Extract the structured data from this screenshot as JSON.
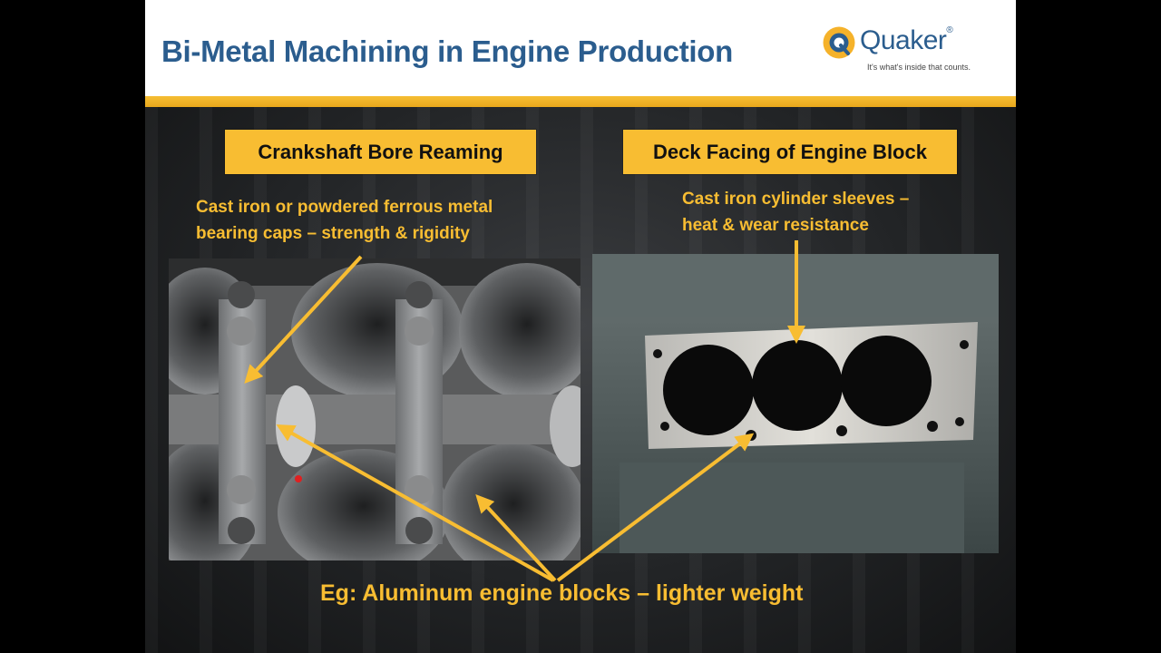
{
  "slide": {
    "title": "Bi-Metal Machining in Engine Production",
    "logo": {
      "name": "Quaker",
      "registered_mark": "®",
      "tagline": "It's what's inside that counts.",
      "icon": "quaker-q-logo-icon"
    },
    "left_panel": {
      "heading": "Crankshaft Bore Reaming",
      "caption_line1": "Cast iron or powdered ferrous metal",
      "caption_line2": "bearing caps – strength & rigidity",
      "photo": "engine-block-crankshaft-bores-photo"
    },
    "right_panel": {
      "heading": "Deck Facing of Engine Block",
      "caption_line1": "Cast iron cylinder sleeves –",
      "caption_line2": "heat & wear resistance",
      "photo": "engine-block-deck-photo"
    },
    "bottom_caption": "Eg:  Aluminum engine blocks – lighter weight"
  },
  "colors": {
    "title_blue": "#2b5d8e",
    "accent_gold": "#f8bd32",
    "header_bg": "#ffffff",
    "slide_bg": "#1a1c1e",
    "letterbox": "#000000"
  }
}
